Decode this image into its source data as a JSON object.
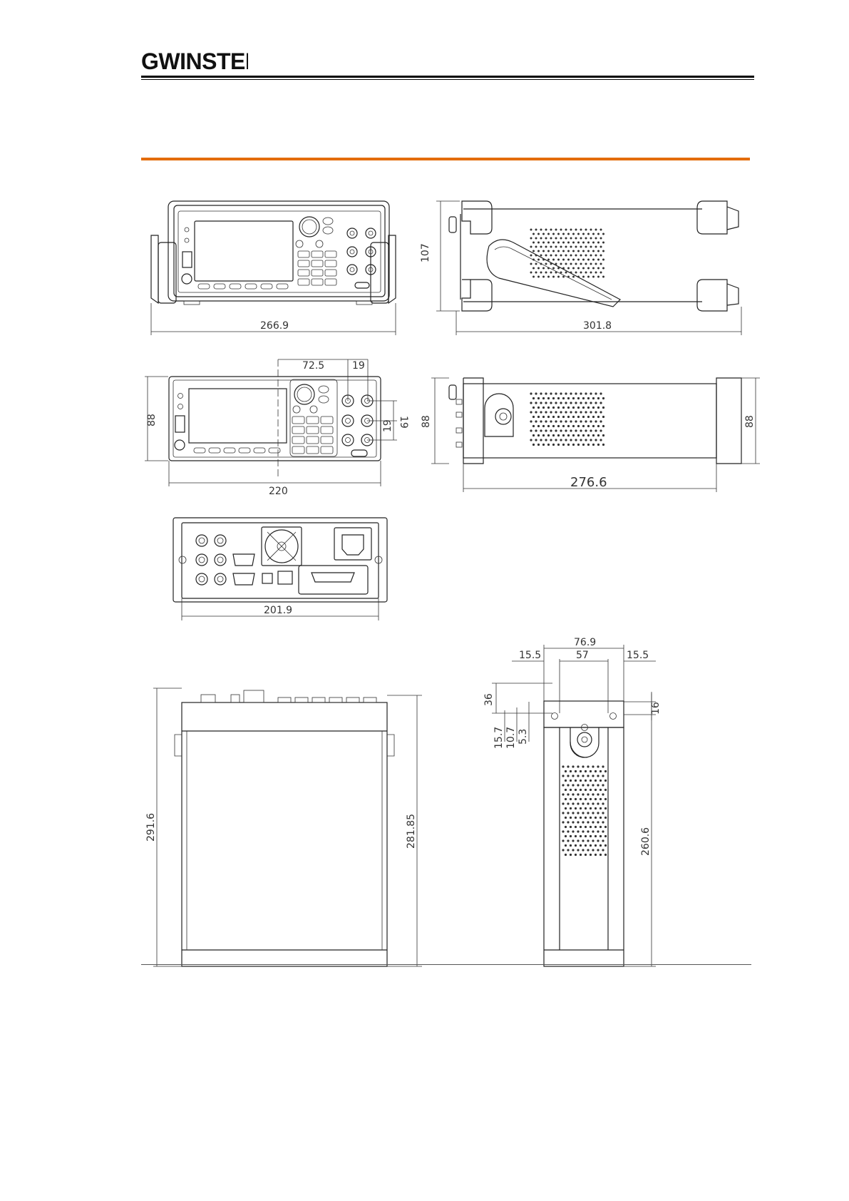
{
  "header": {
    "brand": "GWINSTEK",
    "accent_color": "#E36C0A"
  },
  "views": {
    "front_with_handle": {
      "width": "266.9"
    },
    "side_with_handle": {
      "height": "107",
      "length": "301.8"
    },
    "front": {
      "width": "220",
      "height": "88",
      "offset": "72.5",
      "pitch_x": "19",
      "pitch_y1": "19",
      "pitch_y2": "19"
    },
    "side": {
      "height_left": "88",
      "height_right": "88",
      "length": "276.6"
    },
    "rear": {
      "width": "201.9"
    },
    "top": {
      "length_outer": "291.6",
      "length_inner": "281.85"
    },
    "side_mount": {
      "width_total": "76.9",
      "left_margin": "15.5",
      "center": "57",
      "right_margin": "15.5",
      "depth_36": "36",
      "d_15_7": "15.7",
      "d_10_7": "10.7",
      "d_5_3": "5.3",
      "d_16": "16",
      "length": "260.6"
    }
  }
}
